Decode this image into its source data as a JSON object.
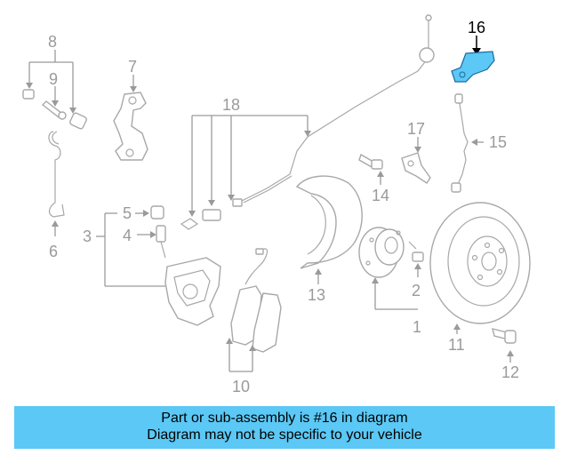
{
  "diagram": {
    "callouts": [
      {
        "id": "1",
        "label": "1"
      },
      {
        "id": "2",
        "label": "2"
      },
      {
        "id": "3",
        "label": "3"
      },
      {
        "id": "4",
        "label": "4"
      },
      {
        "id": "5",
        "label": "5"
      },
      {
        "id": "6",
        "label": "6"
      },
      {
        "id": "7",
        "label": "7"
      },
      {
        "id": "8",
        "label": "8"
      },
      {
        "id": "9",
        "label": "9"
      },
      {
        "id": "10",
        "label": "10"
      },
      {
        "id": "11",
        "label": "11"
      },
      {
        "id": "12",
        "label": "12"
      },
      {
        "id": "13",
        "label": "13"
      },
      {
        "id": "14",
        "label": "14"
      },
      {
        "id": "15",
        "label": "15"
      },
      {
        "id": "16",
        "label": "16"
      },
      {
        "id": "17",
        "label": "17"
      },
      {
        "id": "18",
        "label": "18"
      }
    ],
    "highlighted_part": "16",
    "colors": {
      "highlight": "#5bc8f5",
      "parts": "#a8a8a8",
      "callout_text": "#9a9a9a",
      "caption_bg": "#5bc8f5"
    }
  },
  "caption": {
    "line1": "Part or sub-assembly is #16 in diagram",
    "line2": "Diagram may not be specific to your vehicle"
  }
}
